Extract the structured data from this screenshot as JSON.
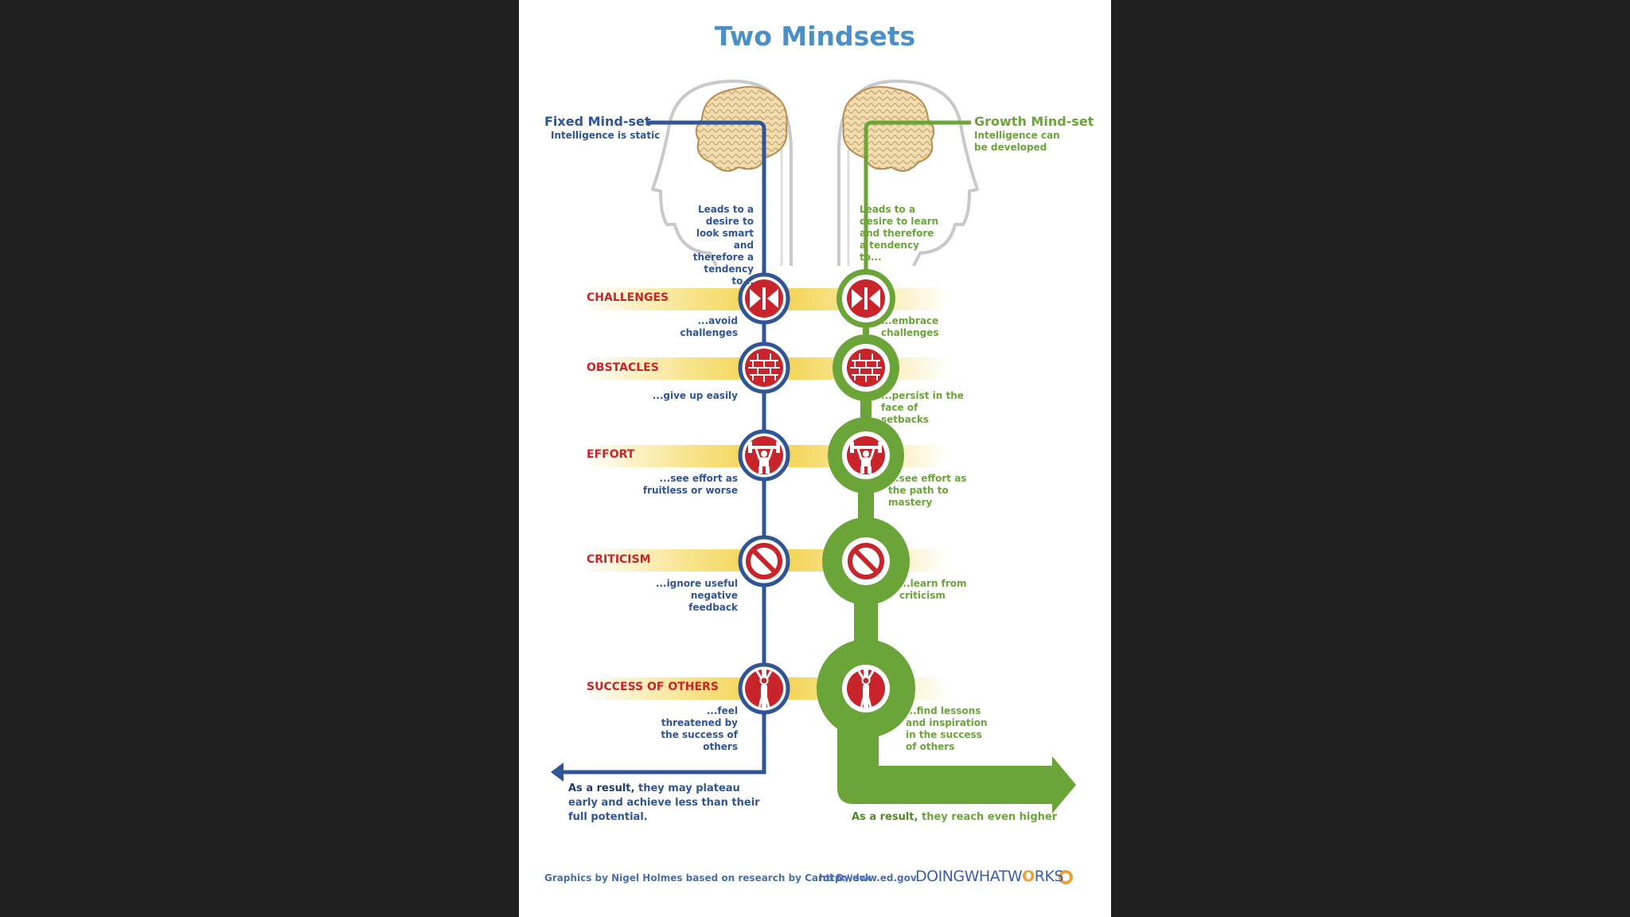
{
  "title": "Two Mindsets",
  "fixed": {
    "heading": "Fixed Mind-set",
    "subheading": "Intelligence is static",
    "leads_to": "Leads to a desire to look smart and therefore a tendency to...",
    "result_bold": "As a result,",
    "result_text": "they may plateau early and achieve less than their full potential.",
    "color": "#2f5597"
  },
  "growth": {
    "heading": "Growth Mind-set",
    "subheading": "Intelligence can be developed",
    "leads_to": "Leads to a desire to learn and therefore a tendency to...",
    "result_bold": "As a result,",
    "result_text": "they reach even higher",
    "color": "#6ba539"
  },
  "categories": [
    {
      "label": "CHALLENGES",
      "icon": "challenge-arrows-icon",
      "fixed": "...avoid challenges",
      "growth": "...embrace challenges"
    },
    {
      "label": "OBSTACLES",
      "icon": "brick-wall-icon",
      "fixed": "...give up easily",
      "growth": "...persist in the face of setbacks"
    },
    {
      "label": "EFFORT",
      "icon": "weightlifter-icon",
      "fixed": "...see effort as fruitless or worse",
      "growth": "...see effort as the path to mastery"
    },
    {
      "label": "CRITICISM",
      "icon": "no-sign-icon",
      "fixed": "...ignore useful negative feedback",
      "growth": "...learn from criticism"
    },
    {
      "label": "SUCCESS OF OTHERS",
      "icon": "winner-icon",
      "fixed": "...feel threatened by the success of others",
      "growth": "...find lessons and inspiration in the success of others"
    }
  ],
  "footer": {
    "credit": "Graphics by Nigel Holmes based on research by Carol Dweck",
    "url": "http://dww.ed.gov",
    "logo_part1": "DOINGWHATW",
    "logo_o": "O",
    "logo_part2": "RKS"
  },
  "colors": {
    "category_red": "#c8242c",
    "band_yellow": "#f6dc6a",
    "title_blue": "#4a8fc8"
  }
}
